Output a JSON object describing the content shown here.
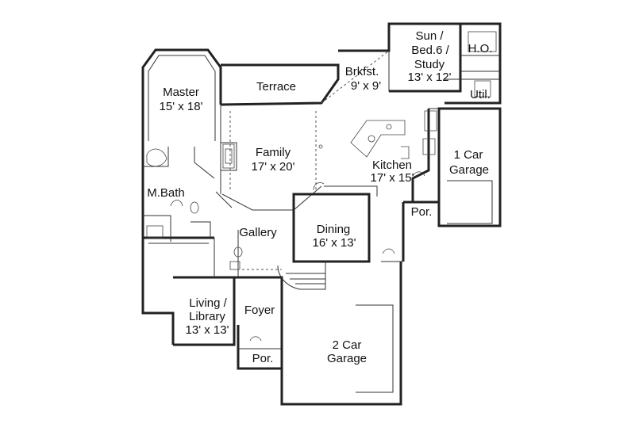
{
  "rooms": {
    "master": {
      "name": "Master",
      "size": "15' x 18'"
    },
    "terrace": {
      "name": "Terrace"
    },
    "brkfst": {
      "name": "Brkfst.",
      "size": "9' x 9'"
    },
    "sun": {
      "line1": "Sun /",
      "line2": "Bed.6 /",
      "line3": "Study",
      "size": "13' x 12'"
    },
    "ho": {
      "name": "H.O."
    },
    "util": {
      "name": "Util."
    },
    "family": {
      "name": "Family",
      "size": "17' x 20'"
    },
    "kitchen": {
      "name": "Kitchen",
      "size": "17' x 15'"
    },
    "garage1": {
      "line1": "1 Car",
      "line2": "Garage"
    },
    "mbath": {
      "name": "M.Bath"
    },
    "por_right": {
      "name": "Por."
    },
    "gallery": {
      "name": "Gallery"
    },
    "dining": {
      "name": "Dining",
      "size": "16' x 13'"
    },
    "living": {
      "line1": "Living /",
      "line2": "Library",
      "size": "13' x 13'"
    },
    "foyer": {
      "name": "Foyer"
    },
    "por_front": {
      "name": "Por."
    },
    "garage2": {
      "line1": "2 Car",
      "line2": "Garage"
    }
  }
}
